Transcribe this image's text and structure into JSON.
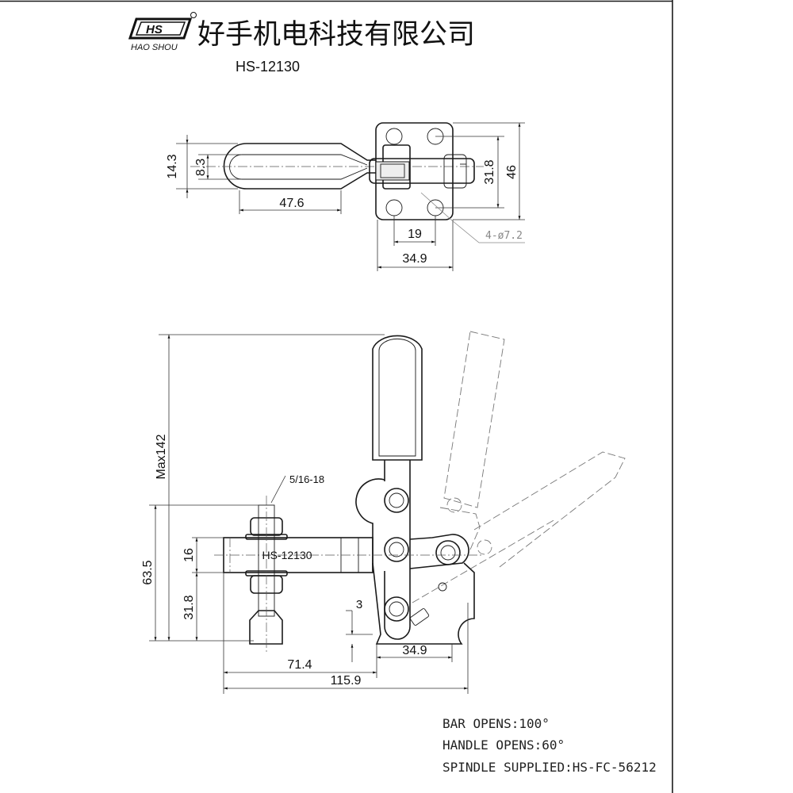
{
  "header": {
    "logo_mark": "HS",
    "logo_subtitle": "HAO SHOU",
    "company_name": "好手机电科技有限公司",
    "model": "HS-12130"
  },
  "top_view": {
    "dims": {
      "handle_outer_width": "14.3",
      "handle_inner_width": "8.3",
      "handle_length": "47.6",
      "hole_spacing_vertical": "31.8",
      "base_height": "46",
      "hole_spacing_horizontal": "19",
      "base_width": "34.9",
      "holes": "4-ø7.2"
    }
  },
  "side_view": {
    "dims": {
      "max_height": "Max142",
      "thread": "5/16-18",
      "bar_label": "HS-12130",
      "spindle_height": "63.5",
      "bar_thickness": "16",
      "bar_height": "31.8",
      "base_offset": "3",
      "base_width": "34.9",
      "reach": "71.4",
      "overall_length": "115.9"
    }
  },
  "notes": [
    "BAR OPENS:100°",
    "HANDLE OPENS:60°",
    "SPINDLE SUPPLIED:HS-FC-56212"
  ]
}
